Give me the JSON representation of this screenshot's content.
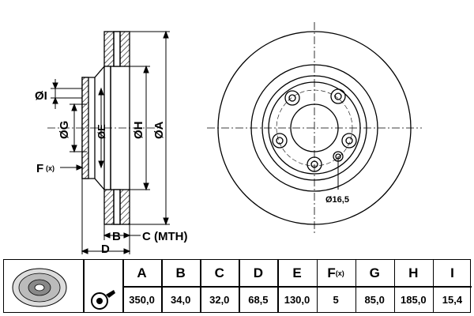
{
  "drawing": {
    "labels": {
      "diameter_i": "ØI",
      "diameter_g": "ØG",
      "diameter_e": "ØE",
      "diameter_h": "ØH",
      "diameter_a": "ØA",
      "offset_f": "F",
      "offset_f_suffix": "(x)",
      "thickness_b": "B",
      "thickness_c": "C (MTH)",
      "height_d": "D",
      "bolt_hole": "Ø16,5"
    }
  },
  "specs": {
    "columns": [
      {
        "key": "A",
        "label": "A",
        "value": "350,0"
      },
      {
        "key": "B",
        "label": "B",
        "value": "34,0"
      },
      {
        "key": "C",
        "label": "C",
        "value": "32,0"
      },
      {
        "key": "D",
        "label": "D",
        "value": "68,5"
      },
      {
        "key": "E",
        "label": "E",
        "value": "130,0"
      },
      {
        "key": "F",
        "label": "F",
        "label_suffix": "(x)",
        "value": "5"
      },
      {
        "key": "G",
        "label": "G",
        "value": "85,0"
      },
      {
        "key": "H",
        "label": "H",
        "value": "185,0"
      },
      {
        "key": "I",
        "label": "I",
        "value": "15,4"
      }
    ]
  }
}
